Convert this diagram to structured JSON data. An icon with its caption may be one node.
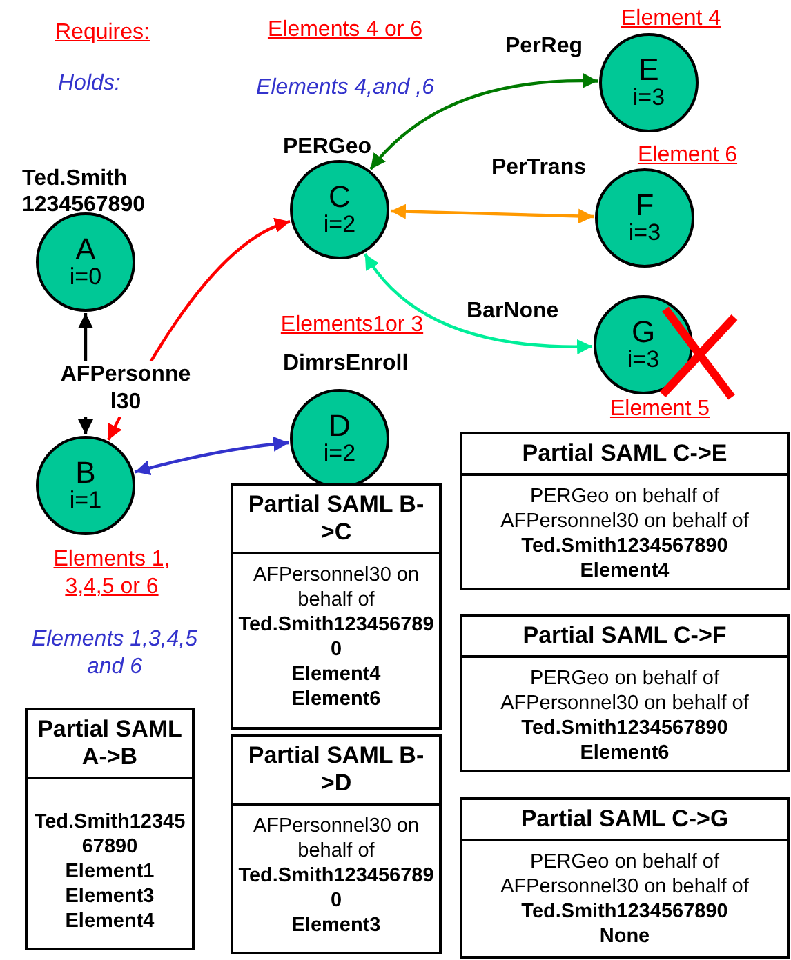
{
  "diagram": {
    "nodes": [
      {
        "text": [
          "Ted.Smith 1234567890",
          "A",
          "i=0"
        ]
      },
      {
        "text": [
          "B",
          "i=1"
        ],
        "beside": [
          "Elements 1, 3,4,5 or 6",
          "Elements 1,3,4,5 and 6"
        ]
      },
      {
        "text": [
          "PERGeo",
          "C",
          "i=2"
        ],
        "beside": [
          "Elements 4 or 6",
          "Elements 4,and ,6"
        ]
      },
      {
        "text": [
          "DimrsEnroll",
          "D",
          "i=2"
        ],
        "beside": [
          "Elements1or 3"
        ]
      },
      {
        "text": [
          "PerReg",
          "E",
          "i=3"
        ],
        "beside": [
          "Element 4"
        ]
      },
      {
        "text": [
          "PerTrans",
          "F",
          "i=3"
        ],
        "beside": [
          "Element 6"
        ]
      },
      {
        "text": [
          "BarNone",
          "G",
          "i=3"
        ],
        "beside": [
          "Element 5"
        ]
      },
      {
        "text": [
          "Partial SAML A->B",
          "Ted.Smith1234567890",
          "Element1",
          "Element3",
          "Element4"
        ]
      },
      {
        "text": [
          "Partial SAML B->C",
          "AFPersonnel30 on behalf of",
          "Ted.Smith1234567890",
          "Element4",
          "Element6"
        ]
      },
      {
        "text": [
          "Partial SAML B->D",
          "AFPersonnel30 on behalf of",
          "Ted.Smith1234567890",
          "Element3"
        ]
      },
      {
        "text": [
          "Partial SAML C->E",
          "PERGeo on behalf of AFPersonnel30 on behalf of",
          "Ted.Smith1234567890",
          "Element4"
        ]
      },
      {
        "text": [
          "Partial SAML C->F",
          "PERGeo on behalf of AFPersonnel30 on behalf of",
          "Ted.Smith1234567890",
          "Element6"
        ]
      },
      {
        "text": [
          "Partial SAML C->G",
          "PERGeo on behalf of AFPersonnel30 on behalf of",
          "Ted.Smith1234567890",
          "None"
        ]
      }
    ],
    "edges": [
      {
        "from": 0,
        "to": 1,
        "arrow": "both",
        "label": "AFPersonnel30",
        "color": "#000000"
      },
      {
        "from": 1,
        "to": 2,
        "arrow": "both",
        "color": "#ff0000"
      },
      {
        "from": 1,
        "to": 3,
        "arrow": "both",
        "color": "#3333cc"
      },
      {
        "from": 2,
        "to": 4,
        "arrow": "both",
        "color": "#007a00"
      },
      {
        "from": 2,
        "to": 5,
        "arrow": "both",
        "color": "#ff9900"
      },
      {
        "from": 2,
        "to": 6,
        "arrow": "both",
        "color": "#00ee99"
      }
    ],
    "labels": [
      "Requires:",
      "Holds:"
    ]
  }
}
